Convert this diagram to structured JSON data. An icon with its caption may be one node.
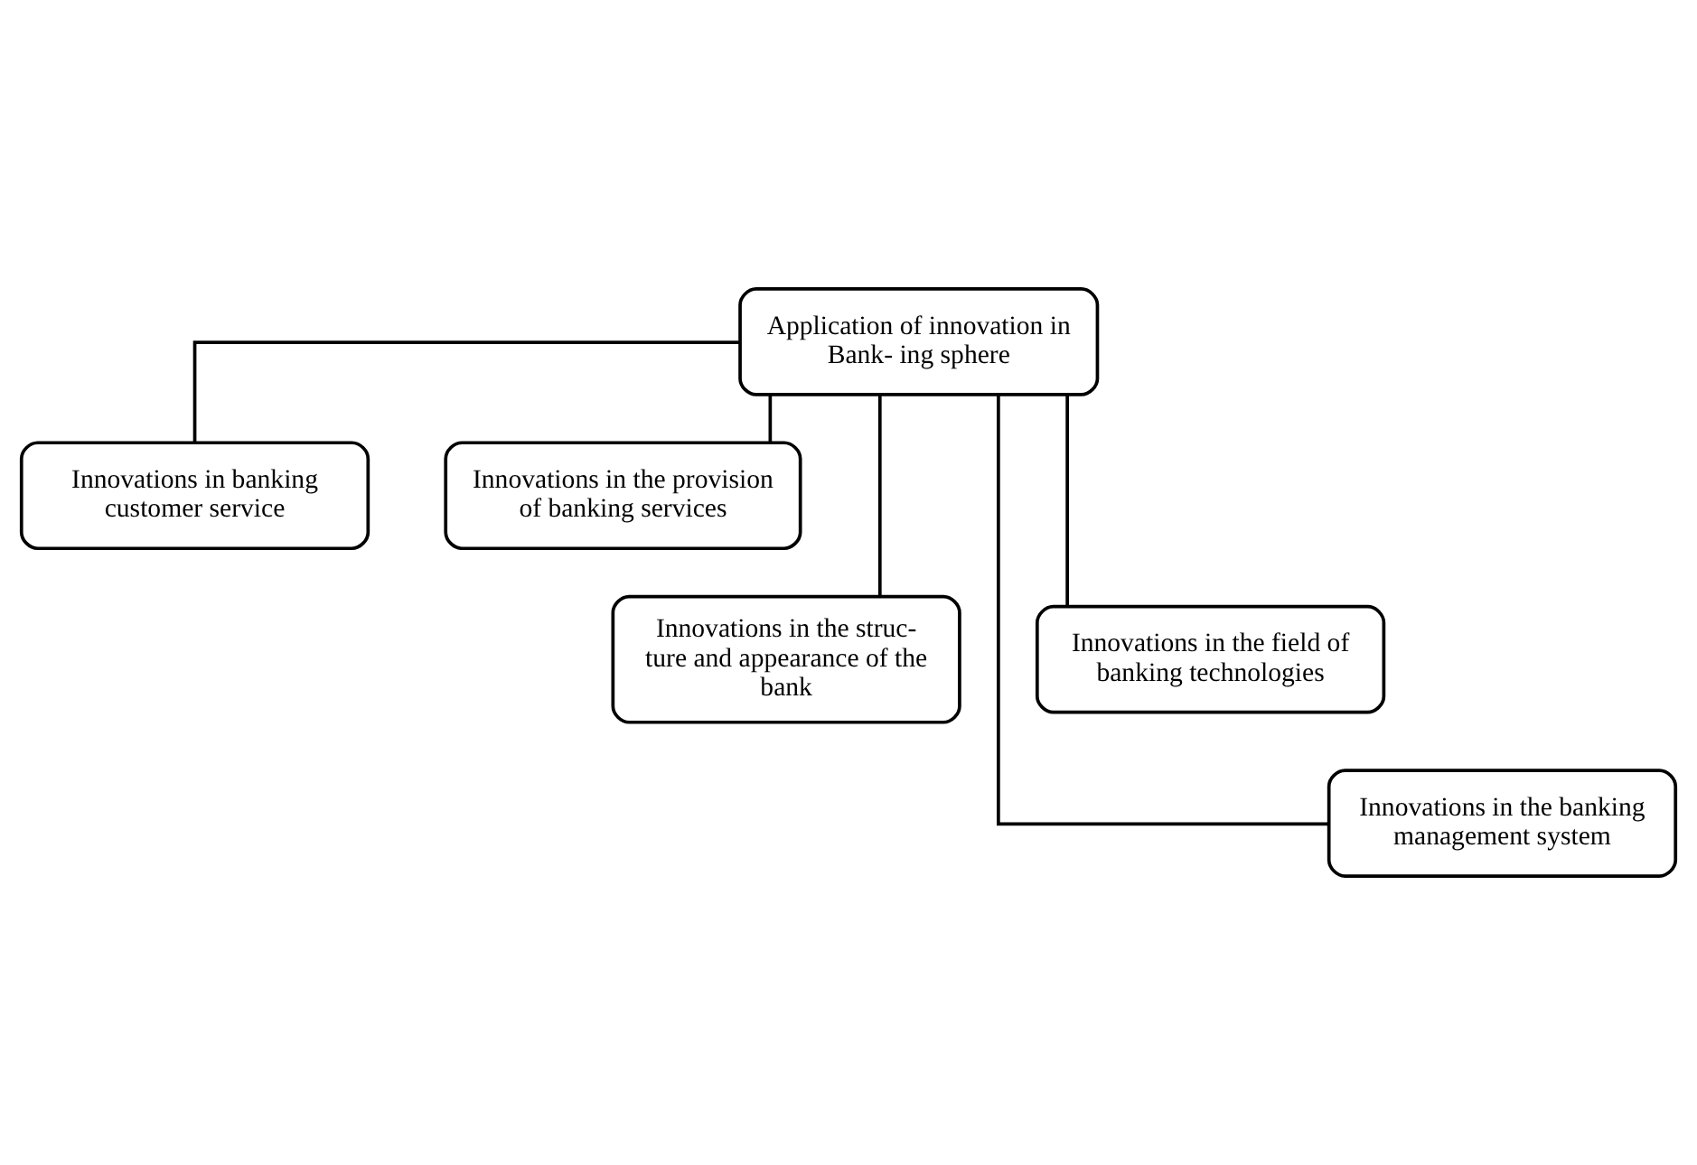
{
  "diagram": {
    "nodes": [
      {
        "text": [
          "Application of innovation in Bank- ing sphere"
        ]
      },
      {
        "text": [
          "Innovations in banking customer service"
        ]
      },
      {
        "text": [
          "Innovations in the provision of banking services"
        ]
      },
      {
        "text": [
          "Innovations in the struc- ture and appearance of the bank"
        ]
      },
      {
        "text": [
          "Innovations in the field of banking technologies"
        ]
      },
      {
        "text": [
          "Innovations in the banking management system"
        ]
      }
    ],
    "edges": [
      {
        "from": 0,
        "to": 1,
        "arrow": "none"
      },
      {
        "from": 0,
        "to": 2,
        "arrow": "none"
      },
      {
        "from": 0,
        "to": 3,
        "arrow": "none"
      },
      {
        "from": 0,
        "to": 4,
        "arrow": "none"
      },
      {
        "from": 0,
        "to": 5,
        "arrow": "none"
      }
    ]
  }
}
